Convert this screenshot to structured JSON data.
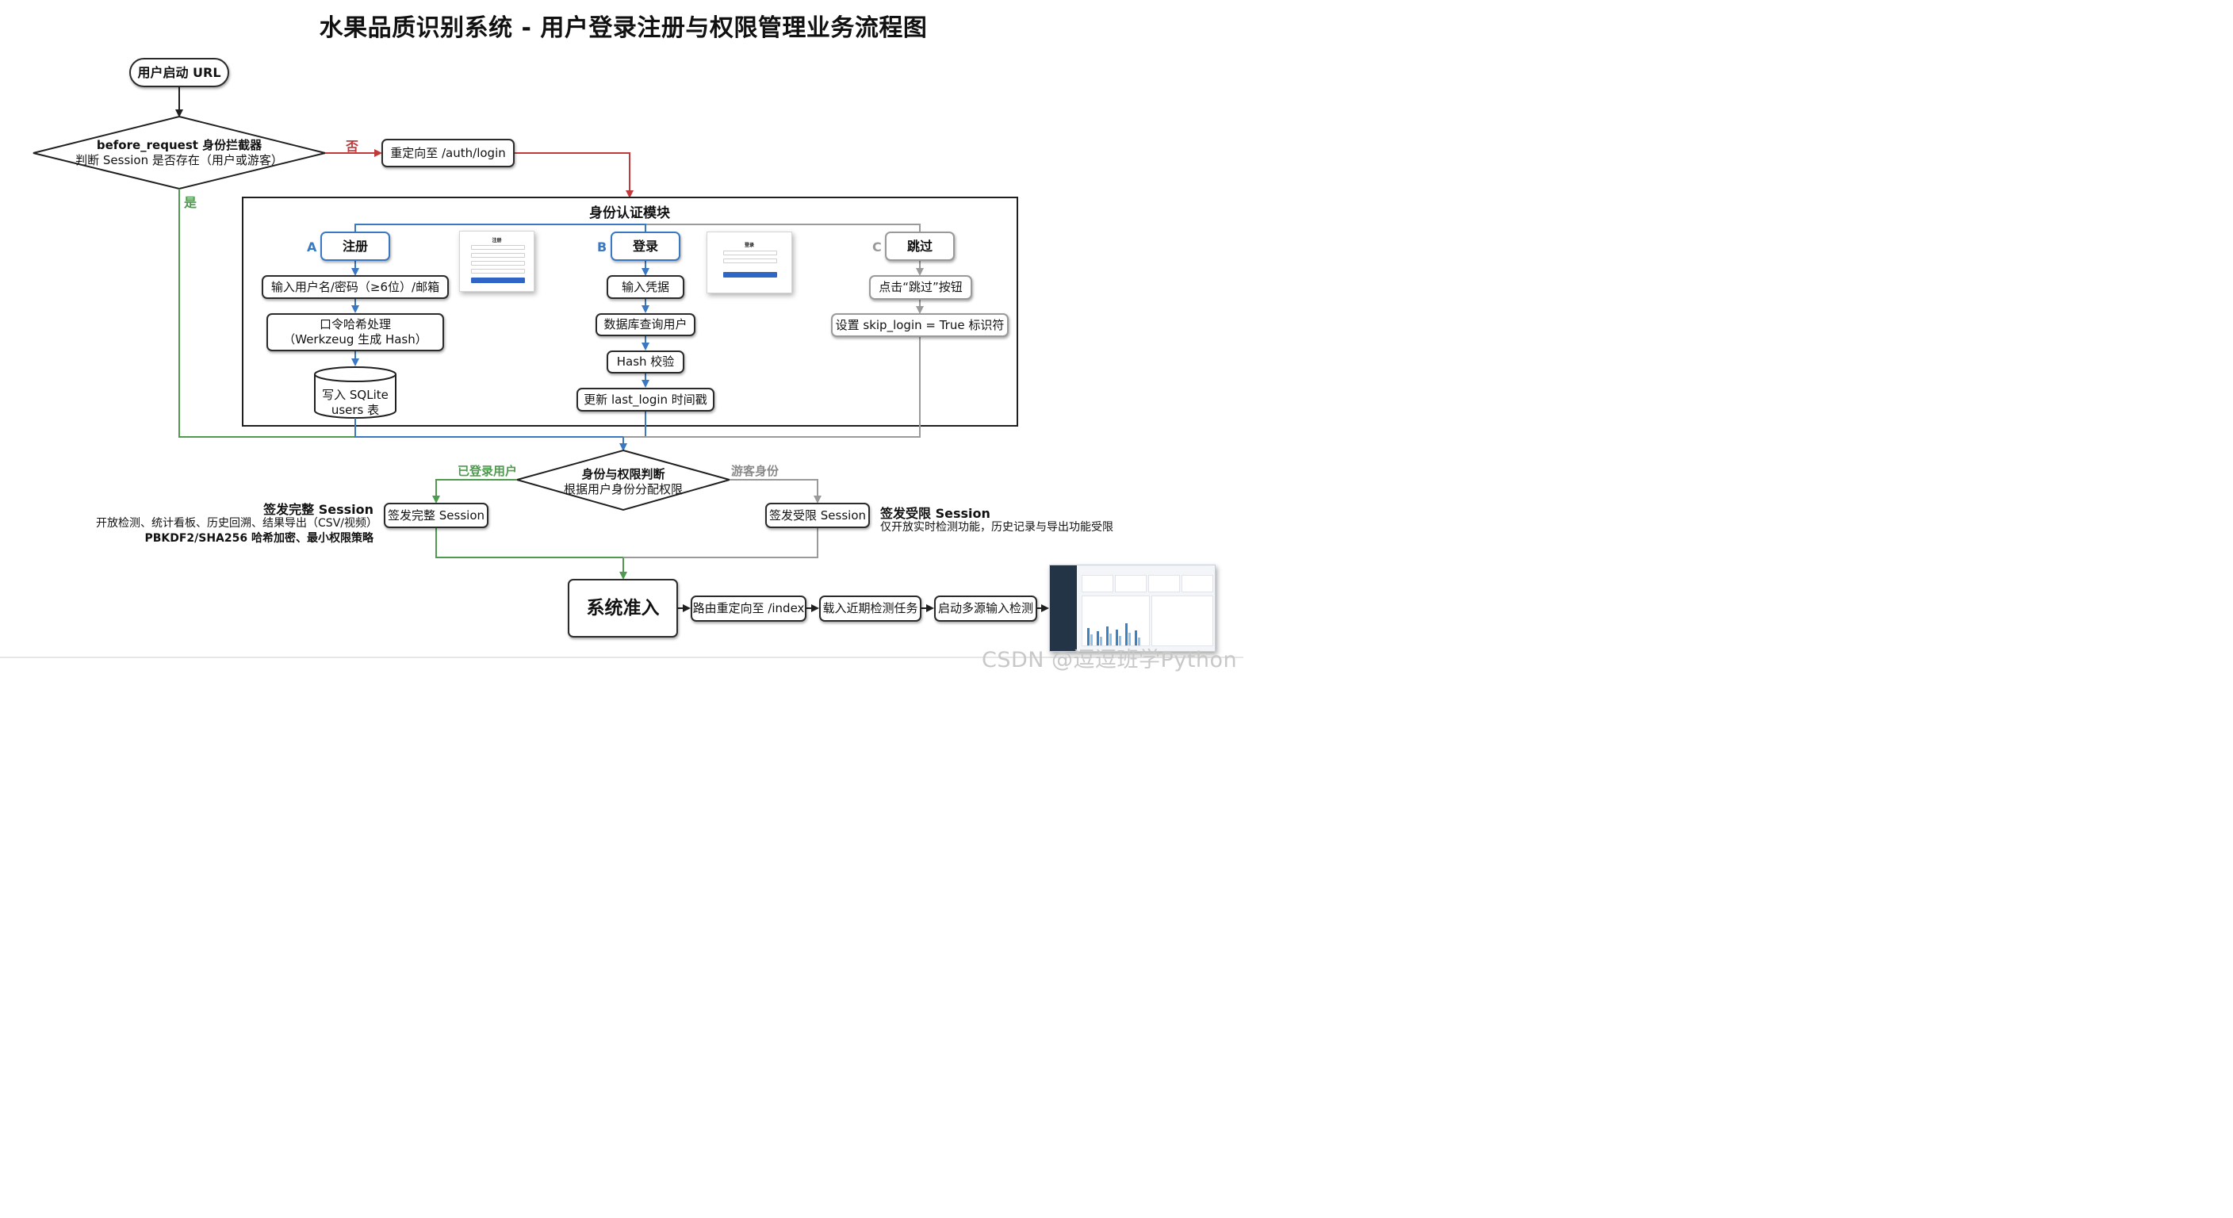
{
  "title": "水果品质识别系统 - 用户登录注册与权限管理业务流程图",
  "start": "用户启动 URL",
  "interceptor": {
    "line1": "before_request 身份拦截器",
    "line2": "判断 Session 是否存在（用户或游客）"
  },
  "no_label": "否",
  "yes_label": "是",
  "redirect_login": "重定向至 /auth/login",
  "auth_module_title": "身份认证模块",
  "branch_a": {
    "letter": "A",
    "title": "注册",
    "step1": "输入用户名/密码（≥6位）/邮箱",
    "step2": "口令哈希处理\n（Werkzeug 生成 Hash）",
    "step3": "写入 SQLite\nusers 表"
  },
  "branch_b": {
    "letter": "B",
    "title": "登录",
    "step1": "输入凭据",
    "step2": "数据库查询用户",
    "step3": "Hash 校验",
    "step4": "更新 last_login 时间戳"
  },
  "branch_c": {
    "letter": "C",
    "title": "跳过",
    "step1": "点击“跳过”按钮",
    "step2": "设置 skip_login = True 标识符"
  },
  "register_thumb": {
    "title": "注册"
  },
  "login_thumb": {
    "title": "登录"
  },
  "decision": {
    "line1": "身份与权限判断",
    "line2": "根据用户身份分配权限"
  },
  "logged_in_label": "已登录用户",
  "guest_label": "游客身份",
  "full_session": {
    "box": "签发完整 Session",
    "note_title": "签发完整 Session",
    "note_line1": "开放检测、统计看板、历史回溯、结果导出（CSV/视频）",
    "note_line2": "PBKDF2/SHA256 哈希加密、最小权限策略"
  },
  "limited_session": {
    "box": "签发受限 Session",
    "note_title": "签发受限 Session",
    "note_line1": "仅开放实时检测功能，历史记录与导出功能受限"
  },
  "admit": "系统准入",
  "route": "路由重定向至 /index",
  "load_tasks": "载入近期检测任务",
  "start_detect": "启动多源输入检测",
  "watermark": "CSDN @逗逗班学Python",
  "colors": {
    "black": "#1f1f1f",
    "red": "#c0393b",
    "green": "#4e9a4e",
    "blue": "#3a78c2",
    "gray": "#9a9a9a"
  }
}
